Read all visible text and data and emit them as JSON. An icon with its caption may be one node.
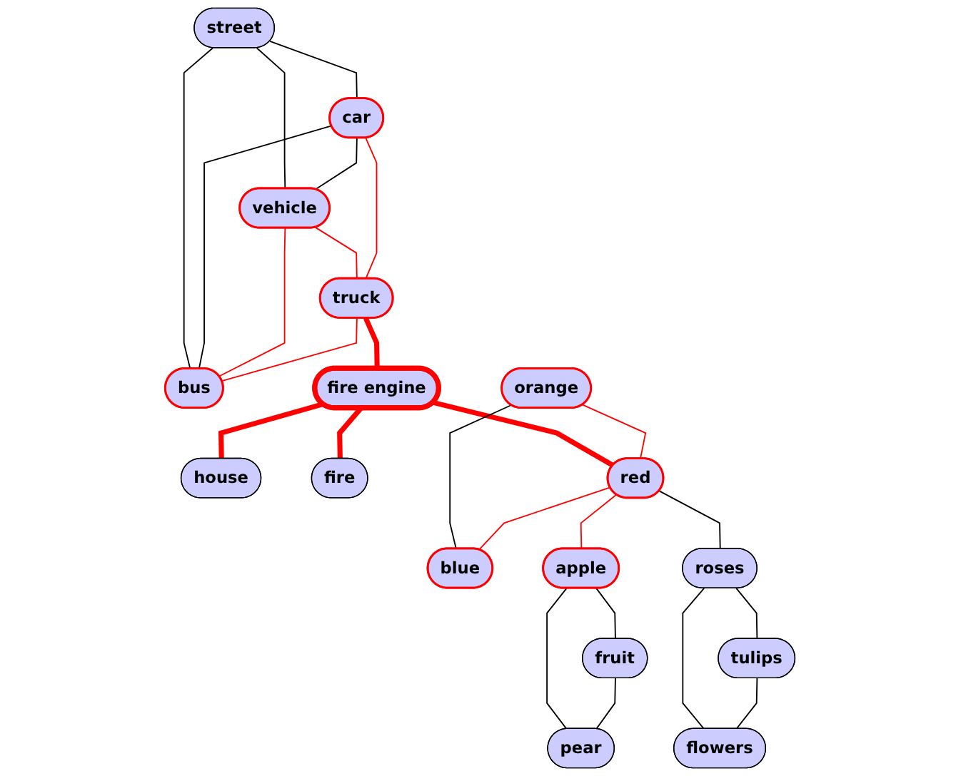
{
  "diagram": {
    "nodes": [
      {
        "text": [
          "street"
        ]
      },
      {
        "text": [
          "vehicle"
        ]
      },
      {
        "text": [
          "car"
        ]
      },
      {
        "text": [
          "bus"
        ]
      },
      {
        "text": [
          "truck"
        ]
      },
      {
        "text": [
          "house"
        ]
      },
      {
        "text": [
          "fire engine"
        ]
      },
      {
        "text": [
          "orange"
        ]
      },
      {
        "text": [
          "fire"
        ]
      },
      {
        "text": [
          "red"
        ]
      },
      {
        "text": [
          "blue"
        ]
      },
      {
        "text": [
          "apple"
        ]
      },
      {
        "text": [
          "roses"
        ]
      },
      {
        "text": [
          "tulips"
        ]
      },
      {
        "text": [
          "flowers"
        ]
      },
      {
        "text": [
          "fruit"
        ]
      },
      {
        "text": [
          "pear"
        ]
      }
    ],
    "edges": [
      {
        "from": 0,
        "to": 1,
        "arrow": "none"
      },
      {
        "from": 0,
        "to": 2,
        "arrow": "none"
      },
      {
        "from": 0,
        "to": 3,
        "arrow": "none"
      },
      {
        "from": 2,
        "to": 1,
        "arrow": "none"
      },
      {
        "from": 2,
        "to": 3,
        "arrow": "none"
      },
      {
        "from": 1,
        "to": 3,
        "arrow": "none",
        "color": "#ff0000"
      },
      {
        "from": 1,
        "to": 4,
        "arrow": "none",
        "color": "#ff0000"
      },
      {
        "from": 2,
        "to": 4,
        "arrow": "none",
        "color": "#ff0000"
      },
      {
        "from": 4,
        "to": 3,
        "arrow": "none",
        "color": "#ff0000"
      },
      {
        "from": 4,
        "to": 6,
        "arrow": "none",
        "style": "thick",
        "color": "#ff0000"
      },
      {
        "from": 6,
        "to": 5,
        "arrow": "none",
        "style": "thick",
        "color": "#ff0000"
      },
      {
        "from": 6,
        "to": 8,
        "arrow": "none",
        "style": "thick",
        "color": "#ff0000"
      },
      {
        "from": 6,
        "to": 9,
        "arrow": "none",
        "style": "thick",
        "color": "#ff0000"
      },
      {
        "from": 7,
        "to": 9,
        "arrow": "none",
        "color": "#ff0000"
      },
      {
        "from": 7,
        "to": 10,
        "arrow": "none"
      },
      {
        "from": 9,
        "to": 10,
        "arrow": "none",
        "color": "#ff0000"
      },
      {
        "from": 9,
        "to": 11,
        "arrow": "none",
        "color": "#ff0000"
      },
      {
        "from": 9,
        "to": 12,
        "arrow": "none"
      },
      {
        "from": 12,
        "to": 13,
        "arrow": "none"
      },
      {
        "from": 12,
        "to": 14,
        "arrow": "none"
      },
      {
        "from": 13,
        "to": 14,
        "arrow": "none"
      },
      {
        "from": 11,
        "to": 15,
        "arrow": "none"
      },
      {
        "from": 11,
        "to": 16,
        "arrow": "none"
      },
      {
        "from": 15,
        "to": 16,
        "arrow": "none"
      }
    ]
  }
}
